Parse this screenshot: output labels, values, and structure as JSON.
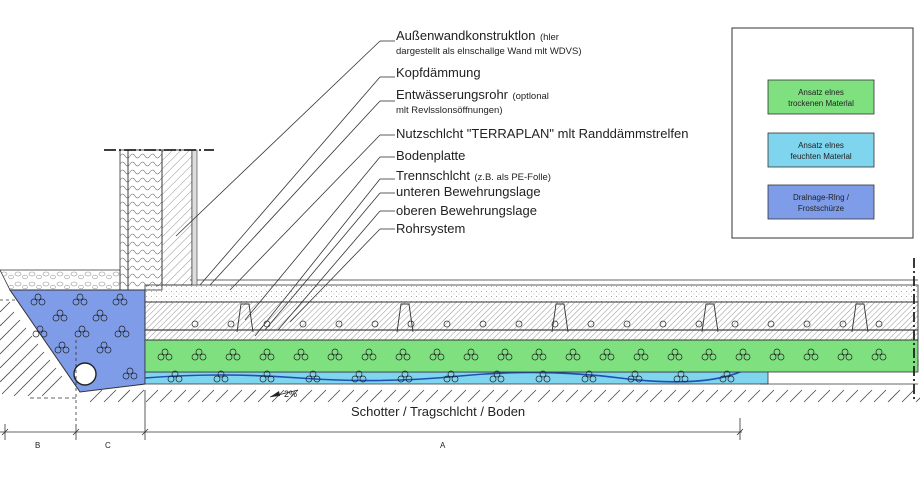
{
  "callouts": [
    {
      "main": "Außenwandkonstruktlon",
      "small": "(hler",
      "line2": "dargestellt als elnschallge Wand mlt WDVS)"
    },
    {
      "main": "Kopfdämmung",
      "small": "",
      "line2": ""
    },
    {
      "main": "Entwässerungsrohr",
      "small": "(optlonal",
      "line2": "mlt Revlsslonsöffnungen)"
    },
    {
      "main": "Nutzschlcht \"TERRAPLAN\" mlt Randdämmstrelfen",
      "small": "",
      "line2": ""
    },
    {
      "main": "Bodenplatte",
      "small": "",
      "line2": ""
    },
    {
      "main": "Trennschlcht",
      "small": "(z.B. als PE-Folle)",
      "line2": ""
    },
    {
      "main": "unteren Bewehrungslage",
      "small": "",
      "line2": ""
    },
    {
      "main": "oberen Bewehrungslage",
      "small": "",
      "line2": ""
    },
    {
      "main": "Rohrsystem",
      "small": "",
      "line2": ""
    }
  ],
  "legend": [
    {
      "line1": "Ansatz elnes",
      "line2": "trockenen Materlal",
      "color": "#7ee07e"
    },
    {
      "line1": "Ansatz elnes",
      "line2": "feuchten Materlal",
      "color": "#7fd4ee"
    },
    {
      "line1": "Dralnage-Rlng /",
      "line2": "Frostschürze",
      "color": "#7f9ce8"
    }
  ],
  "slope_label": "2%",
  "ground_label": "Schotter / Tragschlcht / Boden",
  "dimensions": {
    "b": "B",
    "c": "C",
    "a": "A"
  },
  "colors": {
    "dry": "#7ee07e",
    "wet": "#7fd4ee",
    "drain": "#7f9ce8",
    "line": "#333333"
  }
}
